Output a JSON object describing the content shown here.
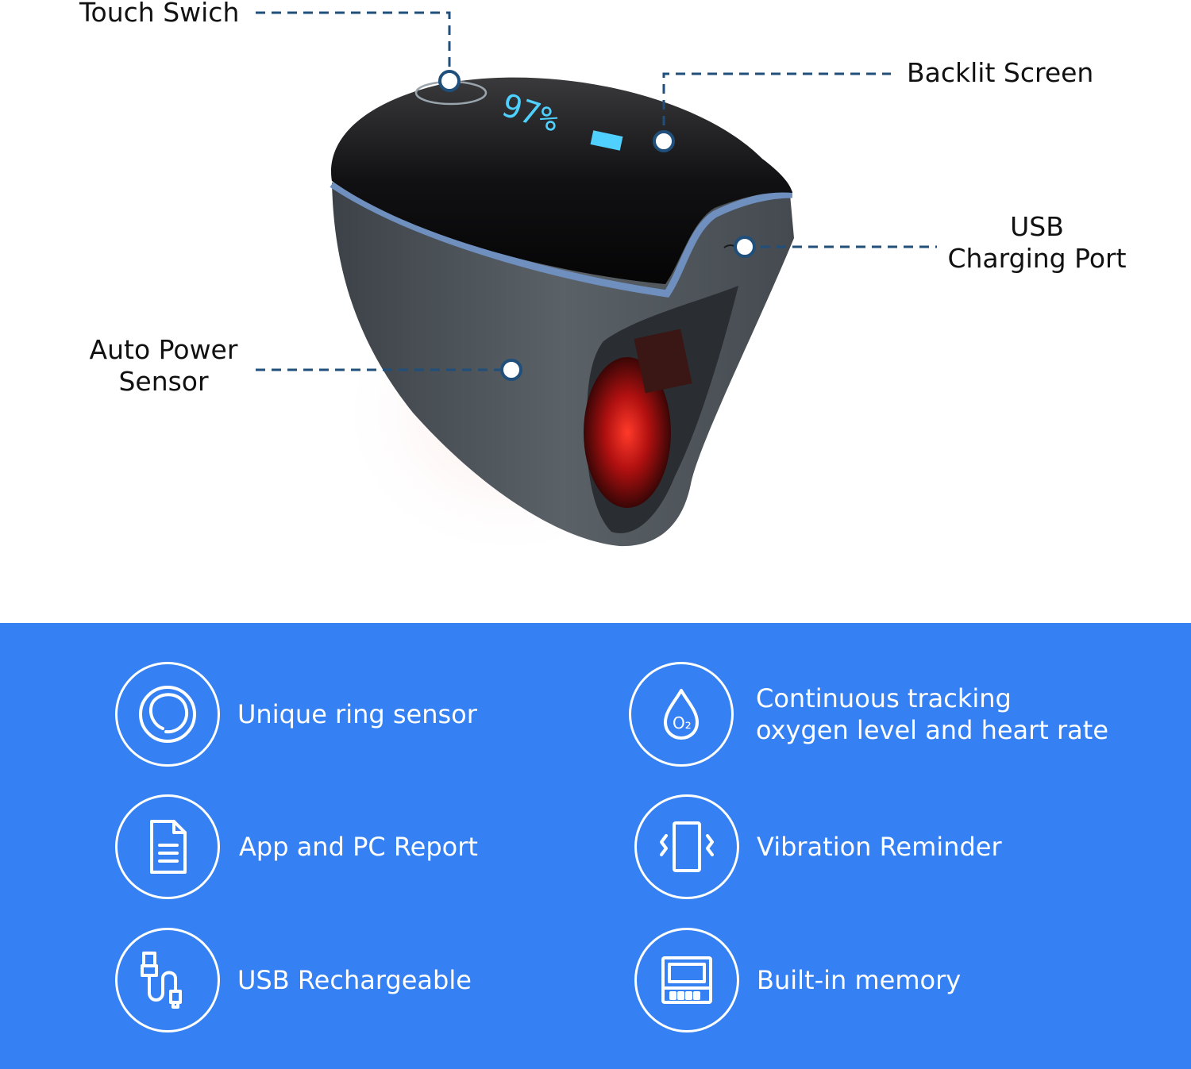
{
  "callouts": {
    "touch_switch": "Touch Swich",
    "backlit_screen": "Backlit Screen",
    "usb_port_line1": "USB",
    "usb_port_line2": "Charging Port",
    "auto_power_line1": "Auto Power",
    "auto_power_line2": "Sensor"
  },
  "device": {
    "screen_reading": "97%"
  },
  "features": [
    {
      "label": "Unique ring sensor",
      "icon": "ring-sensor-icon"
    },
    {
      "label_line1": "Continuous tracking",
      "label_line2": "oxygen level and heart rate",
      "icon": "oxygen-drop-icon",
      "icon_text": "O₂"
    },
    {
      "label": "App and PC Report",
      "icon": "document-icon"
    },
    {
      "label": "Vibration Reminder",
      "icon": "vibration-phone-icon"
    },
    {
      "label": "USB Rechargeable",
      "icon": "usb-cable-icon"
    },
    {
      "label": "Built-in memory",
      "icon": "memory-chip-icon"
    }
  ],
  "colors": {
    "band": "#3580f3",
    "callout_line": "#1f4f7a",
    "device_body": "#4d545a",
    "device_trim": "#6f8fbf",
    "screen_glow": "#4fd0ff",
    "sensor_red": "#e02020"
  }
}
